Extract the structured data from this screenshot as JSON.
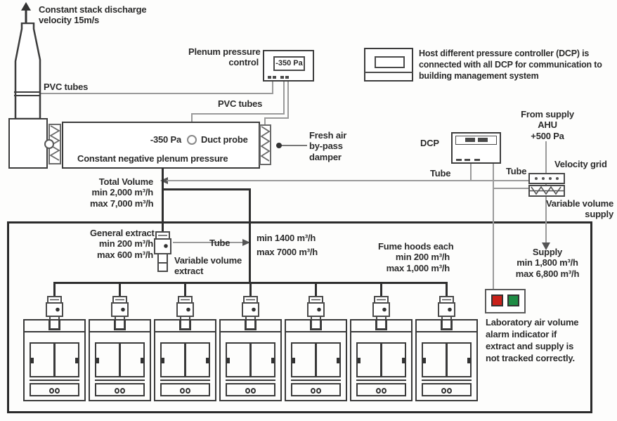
{
  "colors": {
    "line": "#3c3c3c",
    "tube": "#9a9a9a",
    "text": "#2b2b2b",
    "alarm_red": "#c9211a",
    "alarm_green": "#1e8c45"
  },
  "stack": {
    "label_line1": "Constant stack discharge",
    "label_line2": "velocity 15m/s",
    "pvc_tubes_label": "PVC tubes"
  },
  "plenum": {
    "pressure": "-350 Pa",
    "probe_label": "Duct probe",
    "name": "Constant negative plenum pressure",
    "pvc_tubes_label": "PVC tubes"
  },
  "plenum_control": {
    "label_line1": "Plenum pressure",
    "label_line2": "control",
    "display": "-350 Pa"
  },
  "host_dcp": {
    "note_lines": [
      "Host different pressure controller (DCP) is",
      "connected with all DCP for communication to",
      "building management system"
    ]
  },
  "fresh_air": {
    "lines": [
      "Fresh air",
      "by-pass",
      "damper"
    ]
  },
  "total_volume": {
    "lines": [
      "Total Volume",
      "min 2,000 m³/h",
      "max 7,000 m³/h"
    ]
  },
  "dcp": {
    "label": "DCP",
    "tube_left_label": "Tube",
    "tube_right_label": "Tube"
  },
  "supply_ahu": {
    "lines": [
      "From supply",
      "AHU",
      "+500 Pa"
    ]
  },
  "velocity_grid": {
    "label": "Velocity grid"
  },
  "variable_volume_supply": {
    "lines": [
      "Variable volume",
      "supply"
    ]
  },
  "supply": {
    "lines": [
      "Supply",
      "min 1,800 m³/h",
      "max 6,800 m³/h"
    ]
  },
  "general_extract": {
    "lines": [
      "General extract",
      "min 200 m³/h",
      "max 600 m³/h"
    ],
    "tube_label": "Tube",
    "valve_label_lines": [
      "Variable volume",
      "extract"
    ]
  },
  "extract_duct": {
    "lines": [
      "min 1400 m³/h",
      "max 7000 m³/h"
    ]
  },
  "fume_hoods": {
    "count": 7,
    "label_lines": [
      "Fume hoods each",
      "min 200 m³/h",
      "max 1,000 m³/h"
    ]
  },
  "alarm": {
    "note_lines": [
      "Laboratory air volume",
      "alarm indicator if",
      "extract and supply is",
      "not tracked correctly."
    ]
  }
}
